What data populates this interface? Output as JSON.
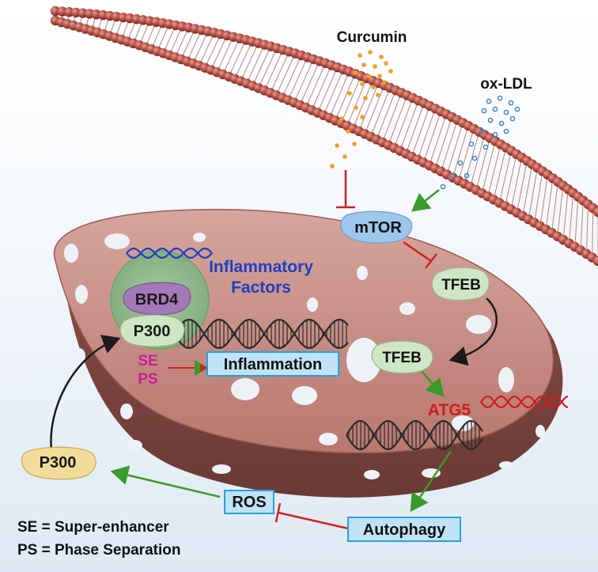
{
  "labels": {
    "curcumin": "Curcumin",
    "oxldl": "ox-LDL",
    "mtor": "mTOR",
    "tfeb_cytoplasm": "TFEB",
    "tfeb_nucleus": "TFEB",
    "atg5": "ATG5",
    "brd4": "BRD4",
    "p300_nucleus": "P300",
    "p300_cytoplasm": "P300",
    "inflammatory_factors_line1": "Inflammatory",
    "inflammatory_factors_line2": "Factors",
    "se": "SE",
    "ps": "PS",
    "inflammation": "Inflammation",
    "ros": "ROS",
    "autophagy": "Autophagy"
  },
  "legend": {
    "se_definition": "SE = Super-enhancer",
    "ps_definition": "PS = Phase Separation"
  },
  "colors": {
    "membrane": "#a63a32",
    "nucleus_fill": "#b06f66",
    "inhibit_arrow": "#d42020",
    "activate_arrow": "#3a9a2a",
    "process_box": "#bfe3f5",
    "process_border": "#2aa0d8",
    "mtor_fill": "#9dc8ec",
    "tfeb_fill": "#cfe6c4",
    "p300_fill": "#f2dc9a",
    "brd4_fill": "#a479b8",
    "curcumin_dots": "#f0a020",
    "oxldl_dots": "#3b7fd0",
    "text_blue": "#1f3fbf",
    "text_magenta": "#cc1a9a",
    "text_red": "#d41a1a"
  }
}
